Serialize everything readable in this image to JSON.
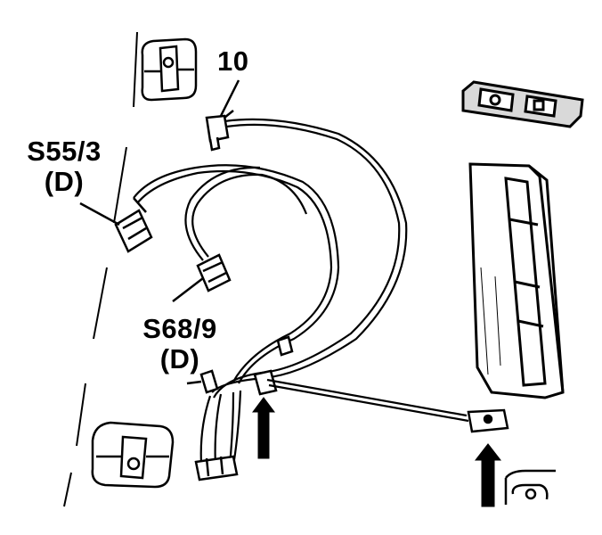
{
  "labels": {
    "part_10": "10",
    "s55_3": "S55/3",
    "s55_3_sub": "(D)",
    "s68_9": "S68/9",
    "s68_9_sub": "(D)"
  },
  "colors": {
    "ink": "#000000",
    "paper": "#ffffff",
    "light_gray": "#d9d9d9"
  },
  "icons": [
    "arrow-up-icon",
    "arrow-up-icon"
  ]
}
